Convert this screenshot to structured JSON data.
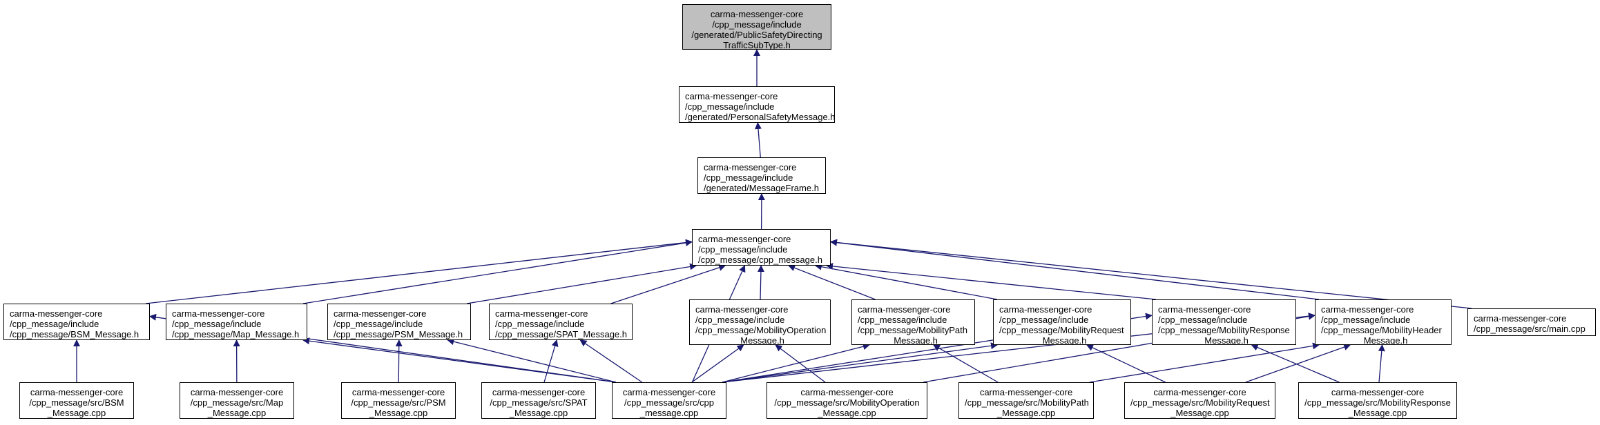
{
  "colors": {
    "edge": "#191970",
    "node_border": "#000000",
    "root_fill": "#bfbfbf"
  },
  "nodes": [
    {
      "id": "root",
      "lines": [
        "carma-messenger-core",
        "/cpp_message/include",
        "/generated/PublicSafetyDirecting",
        "TrafficSubType.h"
      ]
    },
    {
      "id": "psm",
      "lines": [
        "carma-messenger-core",
        "/cpp_message/include",
        "/generated/PersonalSafetyMessage.h"
      ]
    },
    {
      "id": "mframe",
      "lines": [
        "carma-messenger-core",
        "/cpp_message/include",
        "/generated/MessageFrame.h"
      ]
    },
    {
      "id": "cpph",
      "lines": [
        "carma-messenger-core",
        "/cpp_message/include",
        "/cpp_message/cpp_message.h"
      ]
    },
    {
      "id": "bsmh",
      "lines": [
        "carma-messenger-core",
        "/cpp_message/include",
        "/cpp_message/BSM_Message.h"
      ]
    },
    {
      "id": "maph",
      "lines": [
        "carma-messenger-core",
        "/cpp_message/include",
        "/cpp_message/Map_Message.h"
      ]
    },
    {
      "id": "psmh",
      "lines": [
        "carma-messenger-core",
        "/cpp_message/include",
        "/cpp_message/PSM_Message.h"
      ]
    },
    {
      "id": "spath",
      "lines": [
        "carma-messenger-core",
        "/cpp_message/include",
        "/cpp_message/SPAT_Message.h"
      ]
    },
    {
      "id": "mopmh",
      "lines": [
        "carma-messenger-core",
        "/cpp_message/include",
        "/cpp_message/MobilityOperation",
        "_Message.h"
      ]
    },
    {
      "id": "mpathh",
      "lines": [
        "carma-messenger-core",
        "/cpp_message/include",
        "/cpp_message/MobilityPath",
        "_Message.h"
      ]
    },
    {
      "id": "mreqh",
      "lines": [
        "carma-messenger-core",
        "/cpp_message/include",
        "/cpp_message/MobilityRequest",
        "_Message.h"
      ]
    },
    {
      "id": "mresh",
      "lines": [
        "carma-messenger-core",
        "/cpp_message/include",
        "/cpp_message/MobilityResponse",
        "_Message.h"
      ]
    },
    {
      "id": "mhdrh",
      "lines": [
        "carma-messenger-core",
        "/cpp_message/include",
        "/cpp_message/MobilityHeader",
        "_Message.h"
      ]
    },
    {
      "id": "maincpp",
      "lines": [
        "carma-messenger-core",
        "/cpp_message/src/main.cpp"
      ]
    },
    {
      "id": "bsmcpp",
      "lines": [
        "carma-messenger-core",
        "/cpp_message/src/BSM",
        "_Message.cpp"
      ]
    },
    {
      "id": "mapcpp",
      "lines": [
        "carma-messenger-core",
        "/cpp_message/src/Map",
        "_Message.cpp"
      ]
    },
    {
      "id": "psmcpp",
      "lines": [
        "carma-messenger-core",
        "/cpp_message/src/PSM",
        "_Message.cpp"
      ]
    },
    {
      "id": "spatcpp",
      "lines": [
        "carma-messenger-core",
        "/cpp_message/src/SPAT",
        "_Message.cpp"
      ]
    },
    {
      "id": "cppcpp",
      "lines": [
        "carma-messenger-core",
        "/cpp_message/src/cpp",
        "_message.cpp"
      ]
    },
    {
      "id": "mopcpp",
      "lines": [
        "carma-messenger-core",
        "/cpp_message/src/MobilityOperation",
        "_Message.cpp"
      ]
    },
    {
      "id": "mpathcpp",
      "lines": [
        "carma-messenger-core",
        "/cpp_message/src/MobilityPath",
        "_Message.cpp"
      ]
    },
    {
      "id": "mreqcpp",
      "lines": [
        "carma-messenger-core",
        "/cpp_message/src/MobilityRequest",
        "_Message.cpp"
      ]
    },
    {
      "id": "mrescpp",
      "lines": [
        "carma-messenger-core",
        "/cpp_message/src/MobilityResponse",
        "_Message.cpp"
      ]
    }
  ],
  "edges": [
    [
      "psm",
      "root"
    ],
    [
      "mframe",
      "psm"
    ],
    [
      "cpph",
      "mframe"
    ],
    [
      "bsmh",
      "cpph"
    ],
    [
      "maph",
      "cpph"
    ],
    [
      "psmh",
      "cpph"
    ],
    [
      "spath",
      "cpph"
    ],
    [
      "mopmh",
      "cpph"
    ],
    [
      "mpathh",
      "cpph"
    ],
    [
      "mreqh",
      "cpph"
    ],
    [
      "mresh",
      "cpph"
    ],
    [
      "mhdrh",
      "cpph"
    ],
    [
      "maincpp",
      "cpph"
    ],
    [
      "cppcpp",
      "cpph"
    ],
    [
      "bsmcpp",
      "bsmh"
    ],
    [
      "cppcpp",
      "bsmh"
    ],
    [
      "mapcpp",
      "maph"
    ],
    [
      "cppcpp",
      "maph"
    ],
    [
      "psmcpp",
      "psmh"
    ],
    [
      "cppcpp",
      "psmh"
    ],
    [
      "spatcpp",
      "spath"
    ],
    [
      "cppcpp",
      "spath"
    ],
    [
      "cppcpp",
      "mopmh"
    ],
    [
      "mopcpp",
      "mopmh"
    ],
    [
      "cppcpp",
      "mpathh"
    ],
    [
      "mpathcpp",
      "mpathh"
    ],
    [
      "cppcpp",
      "mreqh"
    ],
    [
      "mreqcpp",
      "mreqh"
    ],
    [
      "cppcpp",
      "mresh"
    ],
    [
      "mrescpp",
      "mresh"
    ],
    [
      "cppcpp",
      "mhdrh"
    ],
    [
      "mopcpp",
      "mhdrh"
    ],
    [
      "mpathcpp",
      "mhdrh"
    ],
    [
      "mreqcpp",
      "mhdrh"
    ],
    [
      "mrescpp",
      "mhdrh"
    ]
  ]
}
